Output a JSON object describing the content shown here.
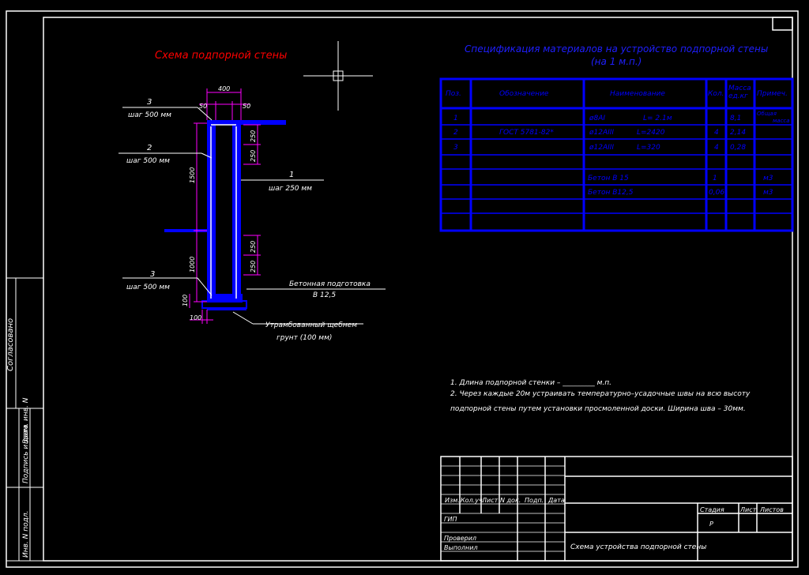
{
  "colors": {
    "background": "#000000",
    "frame": "#ffffff",
    "concrete": "#0000ff",
    "dimension": "#ff00ff",
    "title_red": "#ff0000",
    "spec_title": "#1f1fff",
    "rebar_label": "#4a4aff"
  },
  "diagram": {
    "title": "Схема подпорной стены",
    "dims": {
      "top_width": "400",
      "left_offset": "50",
      "right_offset": "50",
      "height_upper": "1500",
      "height_lower": "1000",
      "spacing_1": "250",
      "spacing_2": "250",
      "spacing_3": "250",
      "spacing_4": "250",
      "base_thickness": "100",
      "base_offset": "100"
    },
    "callouts": {
      "c1_num": "3",
      "c1_text": "шаг 500 мм",
      "c2_num": "2",
      "c2_text": "шаг 500 мм",
      "c3_num": "1",
      "c3_text": "шаг 250 мм",
      "c4_num": "3",
      "c4_text": "шаг 500 мм",
      "c5_line1": "Бетонная подготовка",
      "c5_line2": "В 12,5",
      "c6_line1": "Утрамбованный щебнем",
      "c6_line2": "грунт (100 мм)"
    }
  },
  "spec": {
    "title_line1": "Спецификация материалов на устройство подпорной стены",
    "title_line2": "(на 1 м.п.)",
    "headers": {
      "pos": "Поз.",
      "designation": "Обозначение",
      "name": "Наименование",
      "qty": "Кол.",
      "mass_l1": "Масса",
      "mass_l2": "ед.кг",
      "note": "Примеч."
    },
    "gost": "ГОСТ 5781-82*",
    "rows": [
      {
        "pos": "1",
        "name": "ø8АI",
        "len": "L= 2.1м",
        "qty": "",
        "mass": "8,1",
        "note_l1": "Общая",
        "note_l2": "масса"
      },
      {
        "pos": "2",
        "name": "ø12АIII",
        "len": "L=2420",
        "qty": "4",
        "mass": "2,14",
        "note_l1": "",
        "note_l2": ""
      },
      {
        "pos": "3",
        "name": "ø12АIII",
        "len": "L=320",
        "qty": "4",
        "mass": "0,28",
        "note_l1": "",
        "note_l2": ""
      }
    ],
    "concrete_rows": [
      {
        "name": "Бетон В 15",
        "qty": "1",
        "note": "м3"
      },
      {
        "name": "Бетон В12,5",
        "qty": "0,06",
        "note": "м3"
      }
    ]
  },
  "notes": {
    "n1": "1.  Длина подпорной стенки –  _________  м.п.",
    "n2": "2.  Через каждые 20м устраивать температурно–усадочные швы на всю высоту",
    "n3": "подпорной стены путем установки просмоленной доски. Ширина шва – 30мм."
  },
  "side_stamp": {
    "agreed": "Согласовано",
    "inv_podl": "Инв. N подл.",
    "sign_date": "Подпись и дата",
    "vzam": "Взам. инв. N"
  },
  "title_block": {
    "izm": "Изм.",
    "kol_uch": "Кол.уч.",
    "list": "Лист",
    "ndok": "N док.",
    "podp": "Подп.",
    "data": "Дата",
    "gip": "ГИП",
    "proveril": "Проверил",
    "vypolnil": "Выполнил",
    "stadiya": "Стадия",
    "list2": "Лист",
    "listov": "Листов",
    "stage_value": "Р",
    "sheet_title": "Схема устройства подпорной стены"
  }
}
